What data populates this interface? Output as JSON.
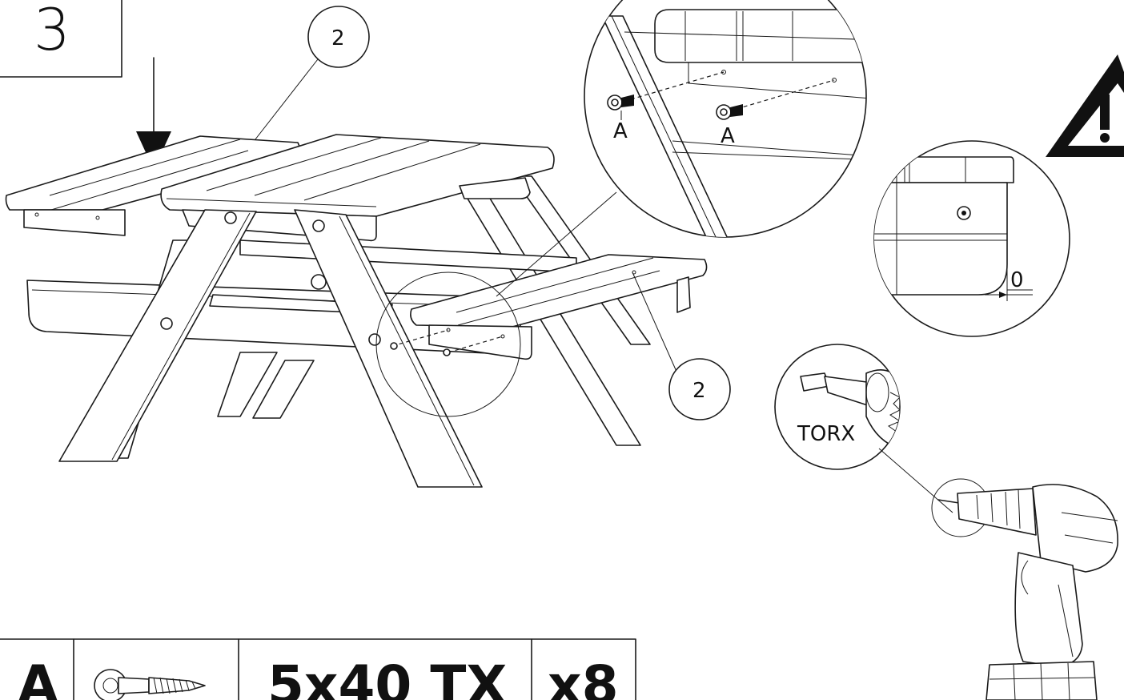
{
  "step": {
    "number": "3"
  },
  "callouts": [
    {
      "id": "bench-left",
      "label": "2"
    },
    {
      "id": "bench-right",
      "label": "2"
    }
  ],
  "detail": {
    "screw_labels": [
      "A",
      "A"
    ],
    "gap_value": "0"
  },
  "tool": {
    "bit_label": "TORX"
  },
  "parts_table": {
    "id": "A",
    "size": "5x40 TX",
    "quantity": "x8"
  },
  "icons": [
    "step-box",
    "down-arrow-icon",
    "warning-triangle-icon",
    "screw-icon",
    "drill-icon"
  ],
  "colors": {
    "line": "#1a1a1a",
    "background": "#ffffff"
  }
}
